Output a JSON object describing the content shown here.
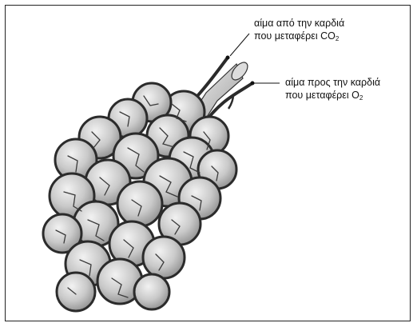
{
  "labels": {
    "blood_to_heart_line1": "αίμα από την καρδιά",
    "blood_to_heart_line2": "που μεταφέρει CO",
    "blood_to_heart_sub": "2",
    "blood_from_heart_line1": "αίμα προς την καρδιά",
    "blood_from_heart_line2": "που μεταφέρει O",
    "blood_from_heart_sub": "2"
  },
  "colors": {
    "frame_border": "#222222",
    "vessel_dark": "#2b2b2b",
    "alveolus_fill": "#b8b8b8",
    "alveolus_light": "#e6e6e6"
  }
}
